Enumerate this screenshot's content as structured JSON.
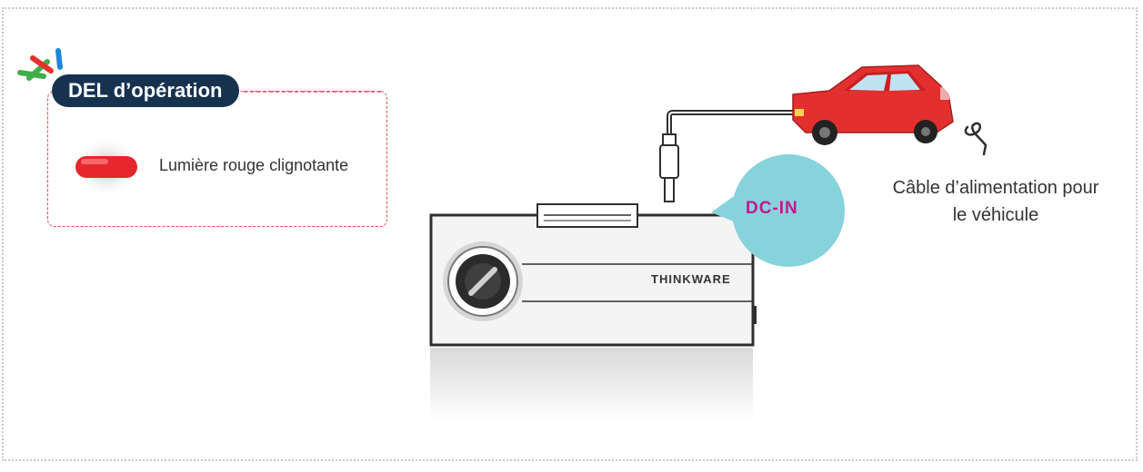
{
  "led_section": {
    "title": "DEL d’opération",
    "indicator_label": "Lumière rouge clignotante",
    "indicator_color": "#e8262d"
  },
  "device": {
    "brand": "THINKWARE",
    "port_label": "DC-IN",
    "port_bubble_color": "#86d3dc"
  },
  "cable": {
    "label_line1": "Câble d’alimentation pour",
    "label_line2": "le véhicule"
  },
  "colors": {
    "title_bg": "#16324f",
    "panel_border": "#e04b5b",
    "car": "#e3302f"
  }
}
